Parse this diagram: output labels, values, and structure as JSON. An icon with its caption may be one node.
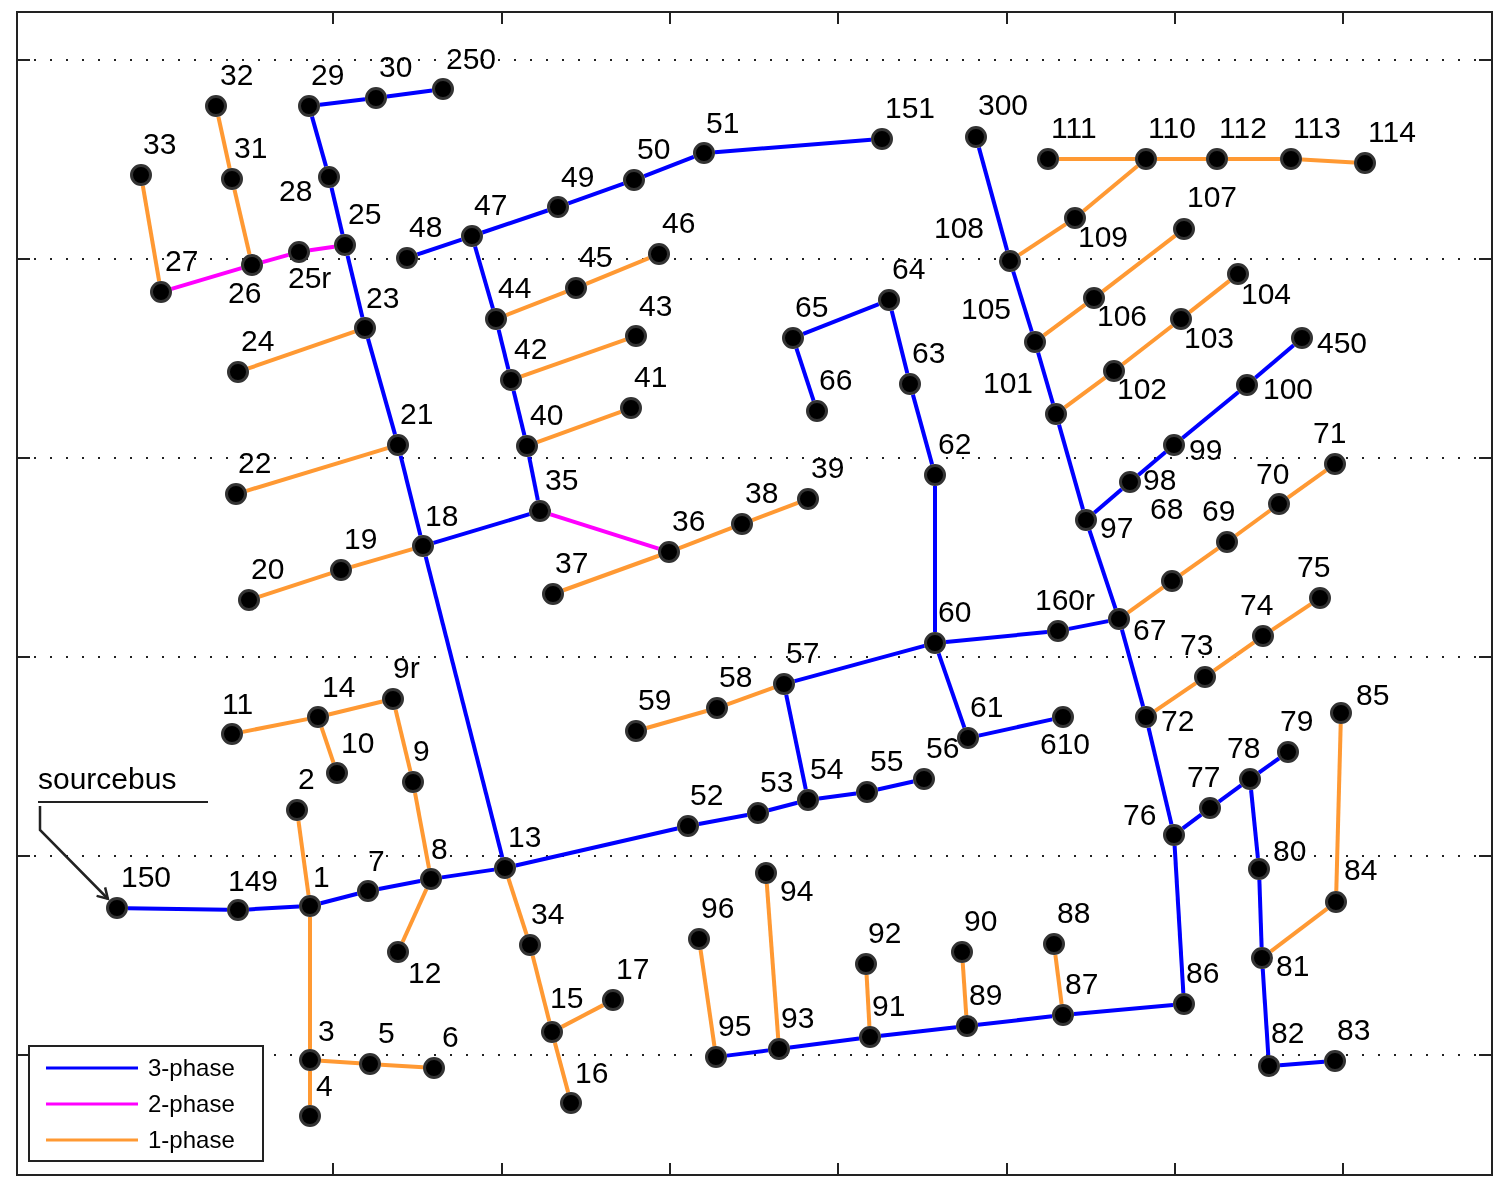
{
  "diagram": {
    "nodes": [
      {
        "text": [
          "sourcebus"
        ]
      },
      {
        "text": [],
        "shape": "circle",
        "beside": [
          "150"
        ]
      },
      {
        "text": [],
        "shape": "circle",
        "beside": [
          "149"
        ]
      },
      {
        "text": [],
        "shape": "circle",
        "beside": [
          "1"
        ]
      },
      {
        "text": [],
        "shape": "circle",
        "beside": [
          "7"
        ]
      },
      {
        "text": [],
        "shape": "circle",
        "beside": [
          "8"
        ]
      },
      {
        "text": [],
        "shape": "circle",
        "beside": [
          "13"
        ]
      },
      {
        "text": [],
        "shape": "circle",
        "beside": [
          "2"
        ]
      },
      {
        "text": [],
        "shape": "circle",
        "beside": [
          "3"
        ]
      },
      {
        "text": [],
        "shape": "circle",
        "beside": [
          "4"
        ]
      },
      {
        "text": [],
        "shape": "circle",
        "beside": [
          "5"
        ]
      },
      {
        "text": [],
        "shape": "circle",
        "beside": [
          "6"
        ]
      },
      {
        "text": [],
        "shape": "circle",
        "beside": [
          "12"
        ]
      },
      {
        "text": [],
        "shape": "circle",
        "beside": [
          "9"
        ]
      },
      {
        "text": [],
        "shape": "circle",
        "beside": [
          "9r"
        ]
      },
      {
        "text": [],
        "shape": "circle",
        "beside": [
          "14"
        ]
      },
      {
        "text": [],
        "shape": "circle",
        "beside": [
          "11"
        ]
      },
      {
        "text": [],
        "shape": "circle",
        "beside": [
          "10"
        ]
      },
      {
        "text": [],
        "shape": "circle",
        "beside": [
          "34"
        ]
      },
      {
        "text": [],
        "shape": "circle",
        "beside": [
          "15"
        ]
      },
      {
        "text": [],
        "shape": "circle",
        "beside": [
          "17"
        ]
      },
      {
        "text": [],
        "shape": "circle",
        "beside": [
          "16"
        ]
      },
      {
        "text": [],
        "shape": "circle",
        "beside": [
          "18"
        ]
      },
      {
        "text": [],
        "shape": "circle",
        "beside": [
          "19"
        ]
      },
      {
        "text": [],
        "shape": "circle",
        "beside": [
          "20"
        ]
      },
      {
        "text": [],
        "shape": "circle",
        "beside": [
          "21"
        ]
      },
      {
        "text": [],
        "shape": "circle",
        "beside": [
          "22"
        ]
      },
      {
        "text": [],
        "shape": "circle",
        "beside": [
          "23"
        ]
      },
      {
        "text": [],
        "shape": "circle",
        "beside": [
          "24"
        ]
      },
      {
        "text": [],
        "shape": "circle",
        "beside": [
          "25"
        ]
      },
      {
        "text": [],
        "shape": "circle",
        "beside": [
          "28"
        ]
      },
      {
        "text": [],
        "shape": "circle",
        "beside": [
          "29"
        ]
      },
      {
        "text": [],
        "shape": "circle",
        "beside": [
          "30"
        ]
      },
      {
        "text": [],
        "shape": "circle",
        "beside": [
          "250"
        ]
      },
      {
        "text": [],
        "shape": "circle",
        "beside": [
          "25r"
        ]
      },
      {
        "text": [],
        "shape": "circle",
        "beside": [
          "26"
        ]
      },
      {
        "text": [],
        "shape": "circle",
        "beside": [
          "27"
        ]
      },
      {
        "text": [],
        "shape": "circle",
        "beside": [
          "31"
        ]
      },
      {
        "text": [],
        "shape": "circle",
        "beside": [
          "32"
        ]
      },
      {
        "text": [],
        "shape": "circle",
        "beside": [
          "33"
        ]
      },
      {
        "text": [],
        "shape": "circle",
        "beside": [
          "35"
        ]
      },
      {
        "text": [],
        "shape": "circle",
        "beside": [
          "40"
        ]
      },
      {
        "text": [],
        "shape": "circle",
        "beside": [
          "41"
        ]
      },
      {
        "text": [],
        "shape": "circle",
        "beside": [
          "42"
        ]
      },
      {
        "text": [],
        "shape": "circle",
        "beside": [
          "43"
        ]
      },
      {
        "text": [],
        "shape": "circle",
        "beside": [
          "44"
        ]
      },
      {
        "text": [],
        "shape": "circle",
        "beside": [
          "45"
        ]
      },
      {
        "text": [],
        "shape": "circle",
        "beside": [
          "46"
        ]
      },
      {
        "text": [],
        "shape": "circle",
        "beside": [
          "47"
        ]
      },
      {
        "text": [],
        "shape": "circle",
        "beside": [
          "48"
        ]
      },
      {
        "text": [],
        "shape": "circle",
        "beside": [
          "49"
        ]
      },
      {
        "text": [],
        "shape": "circle",
        "beside": [
          "50"
        ]
      },
      {
        "text": [],
        "shape": "circle",
        "beside": [
          "51"
        ]
      },
      {
        "text": [],
        "shape": "circle",
        "beside": [
          "151"
        ]
      },
      {
        "text": [],
        "shape": "circle",
        "beside": [
          "36"
        ]
      },
      {
        "text": [],
        "shape": "circle",
        "beside": [
          "37"
        ]
      },
      {
        "text": [],
        "shape": "circle",
        "beside": [
          "38"
        ]
      },
      {
        "text": [],
        "shape": "circle",
        "beside": [
          "39"
        ]
      },
      {
        "text": [],
        "shape": "circle",
        "beside": [
          "52"
        ]
      },
      {
        "text": [],
        "shape": "circle",
        "beside": [
          "53"
        ]
      },
      {
        "text": [],
        "shape": "circle",
        "beside": [
          "54"
        ]
      },
      {
        "text": [],
        "shape": "circle",
        "beside": [
          "55"
        ]
      },
      {
        "text": [],
        "shape": "circle",
        "beside": [
          "56"
        ]
      },
      {
        "text": [],
        "shape": "circle",
        "beside": [
          "57"
        ]
      },
      {
        "text": [],
        "shape": "circle",
        "beside": [
          "58"
        ]
      },
      {
        "text": [],
        "shape": "circle",
        "beside": [
          "59"
        ]
      },
      {
        "text": [],
        "shape": "circle",
        "beside": [
          "60"
        ]
      },
      {
        "text": [],
        "shape": "circle",
        "beside": [
          "61"
        ]
      },
      {
        "text": [],
        "shape": "circle",
        "beside": [
          "610"
        ]
      },
      {
        "text": [],
        "shape": "circle",
        "beside": [
          "62"
        ]
      },
      {
        "text": [],
        "shape": "circle",
        "beside": [
          "63"
        ]
      },
      {
        "text": [],
        "shape": "circle",
        "beside": [
          "64"
        ]
      },
      {
        "text": [],
        "shape": "circle",
        "beside": [
          "65"
        ]
      },
      {
        "text": [],
        "shape": "circle",
        "beside": [
          "66"
        ]
      },
      {
        "text": [],
        "shape": "circle",
        "beside": [
          "160r"
        ]
      },
      {
        "text": [],
        "shape": "circle",
        "beside": [
          "67"
        ]
      },
      {
        "text": [],
        "shape": "circle"
      },
      {
        "text": [],
        "shape": "circle",
        "beside": [
          "69"
        ]
      },
      {
        "text": [],
        "shape": "circle",
        "beside": [
          "70"
        ]
      },
      {
        "text": [],
        "shape": "circle",
        "beside": [
          "71"
        ]
      },
      {
        "text": [],
        "shape": "circle",
        "beside": [
          "97"
        ]
      },
      {
        "text": [],
        "shape": "circle",
        "beside": [
          "98"
        ]
      },
      {
        "text": [],
        "shape": "circle",
        "beside": [
          "99"
        ]
      },
      {
        "text": [],
        "shape": "circle",
        "beside": [
          "100"
        ]
      },
      {
        "text": [],
        "shape": "circle",
        "beside": [
          "450"
        ]
      },
      {
        "text": [],
        "shape": "circle",
        "beside": [
          "101"
        ]
      },
      {
        "text": [],
        "shape": "circle",
        "beside": [
          "102"
        ]
      },
      {
        "text": [],
        "shape": "circle",
        "beside": [
          "103"
        ]
      },
      {
        "text": [],
        "shape": "circle",
        "beside": [
          "104"
        ]
      },
      {
        "text": [],
        "shape": "circle",
        "beside": [
          "105"
        ]
      },
      {
        "text": [],
        "shape": "circle",
        "beside": [
          "106"
        ]
      },
      {
        "text": [],
        "shape": "circle",
        "beside": [
          "107"
        ]
      },
      {
        "text": [],
        "shape": "circle",
        "beside": [
          "108"
        ]
      },
      {
        "text": [],
        "shape": "circle",
        "beside": [
          "109"
        ]
      },
      {
        "text": [],
        "shape": "circle",
        "beside": [
          "300"
        ]
      },
      {
        "text": [],
        "shape": "circle",
        "beside": [
          "111"
        ]
      },
      {
        "text": [],
        "shape": "circle",
        "beside": [
          "110"
        ]
      },
      {
        "text": [],
        "shape": "circle",
        "beside": [
          "112"
        ]
      },
      {
        "text": [],
        "shape": "circle",
        "beside": [
          "113"
        ]
      },
      {
        "text": [],
        "shape": "circle",
        "beside": [
          "114"
        ]
      },
      {
        "text": [],
        "shape": "circle",
        "beside": [
          "72"
        ]
      },
      {
        "text": [],
        "shape": "circle",
        "beside": [
          "73"
        ]
      },
      {
        "text": [],
        "shape": "circle",
        "beside": [
          "74"
        ]
      },
      {
        "text": [],
        "shape": "circle",
        "beside": [
          "75"
        ]
      },
      {
        "text": [],
        "shape": "circle",
        "beside": [
          "76"
        ]
      },
      {
        "text": [],
        "shape": "circle",
        "beside": [
          "77"
        ]
      },
      {
        "text": [],
        "shape": "circle",
        "beside": [
          "78"
        ]
      },
      {
        "text": [],
        "shape": "circle",
        "beside": [
          "79"
        ]
      },
      {
        "text": [],
        "shape": "circle",
        "beside": [
          "80"
        ]
      },
      {
        "text": [],
        "shape": "circle",
        "beside": [
          "81"
        ]
      },
      {
        "text": [],
        "shape": "circle",
        "beside": [
          "82"
        ]
      },
      {
        "text": [],
        "shape": "circle",
        "beside": [
          "83"
        ]
      },
      {
        "text": [],
        "shape": "circle",
        "beside": [
          "84"
        ]
      },
      {
        "text": [],
        "shape": "circle",
        "beside": [
          "85"
        ]
      },
      {
        "text": [],
        "shape": "circle",
        "beside": [
          "86"
        ]
      },
      {
        "text": [],
        "shape": "circle",
        "beside": [
          "87"
        ]
      },
      {
        "text": [],
        "shape": "circle",
        "beside": [
          "88"
        ]
      },
      {
        "text": [],
        "shape": "circle",
        "beside": [
          "89"
        ]
      },
      {
        "text": [],
        "shape": "circle",
        "beside": [
          "90"
        ]
      },
      {
        "text": [],
        "shape": "circle",
        "beside": [
          "91"
        ]
      },
      {
        "text": [],
        "shape": "circle",
        "beside": [
          "92"
        ]
      },
      {
        "text": [],
        "shape": "circle",
        "beside": [
          "93"
        ]
      },
      {
        "text": [],
        "shape": "circle",
        "beside": [
          "94"
        ]
      },
      {
        "text": [],
        "shape": "circle",
        "beside": [
          "95"
        ]
      },
      {
        "text": [],
        "shape": "circle",
        "beside": [
          "96"
        ]
      }
    ],
    "edges": [
      {
        "from": 0,
        "to": 1,
        "arrow": "to",
        "color": "#222222"
      },
      {
        "from": 1,
        "to": 2,
        "arrow": "none"
      },
      {
        "from": 2,
        "to": 3,
        "arrow": "none"
      },
      {
        "from": 3,
        "to": 4,
        "arrow": "none"
      },
      {
        "from": 4,
        "to": 5,
        "arrow": "none"
      },
      {
        "from": 5,
        "to": 6,
        "arrow": "none"
      },
      {
        "from": 6,
        "to": 22,
        "arrow": "none"
      },
      {
        "from": 22,
        "to": 25,
        "arrow": "none"
      },
      {
        "from": 25,
        "to": 27,
        "arrow": "none"
      },
      {
        "from": 27,
        "to": 29,
        "arrow": "none"
      },
      {
        "from": 29,
        "to": 30,
        "arrow": "none"
      },
      {
        "from": 30,
        "to": 31,
        "arrow": "none"
      },
      {
        "from": 31,
        "to": 32,
        "arrow": "none"
      },
      {
        "from": 32,
        "to": 33,
        "arrow": "none"
      },
      {
        "from": 22,
        "to": 40,
        "arrow": "none"
      },
      {
        "from": 40,
        "to": 41,
        "arrow": "none"
      },
      {
        "from": 41,
        "to": 43,
        "arrow": "none"
      },
      {
        "from": 43,
        "to": 45,
        "arrow": "none"
      },
      {
        "from": 45,
        "to": 48,
        "arrow": "none"
      },
      {
        "from": 48,
        "to": 49,
        "arrow": "none"
      },
      {
        "from": 48,
        "to": 50,
        "arrow": "none"
      },
      {
        "from": 50,
        "to": 51,
        "arrow": "none"
      },
      {
        "from": 51,
        "to": 52,
        "arrow": "none"
      },
      {
        "from": 52,
        "to": 53,
        "arrow": "none"
      },
      {
        "from": 6,
        "to": 58,
        "arrow": "none"
      },
      {
        "from": 58,
        "to": 59,
        "arrow": "none"
      },
      {
        "from": 59,
        "to": 60,
        "arrow": "none"
      },
      {
        "from": 60,
        "to": 61,
        "arrow": "none"
      },
      {
        "from": 61,
        "to": 62,
        "arrow": "none"
      },
      {
        "from": 60,
        "to": 63,
        "arrow": "none"
      },
      {
        "from": 63,
        "to": 66,
        "arrow": "none"
      },
      {
        "from": 66,
        "to": 67,
        "arrow": "none"
      },
      {
        "from": 67,
        "to": 68,
        "arrow": "none"
      },
      {
        "from": 66,
        "to": 69,
        "arrow": "none"
      },
      {
        "from": 69,
        "to": 70,
        "arrow": "none"
      },
      {
        "from": 70,
        "to": 71,
        "arrow": "none"
      },
      {
        "from": 71,
        "to": 72,
        "arrow": "none"
      },
      {
        "from": 72,
        "to": 73,
        "arrow": "none"
      },
      {
        "from": 66,
        "to": 74,
        "arrow": "none"
      },
      {
        "from": 74,
        "to": 75,
        "arrow": "none"
      },
      {
        "from": 75,
        "to": 80,
        "arrow": "none"
      },
      {
        "from": 80,
        "to": 85,
        "arrow": "none"
      },
      {
        "from": 85,
        "to": 89,
        "arrow": "none"
      },
      {
        "from": 89,
        "to": 92,
        "arrow": "none"
      },
      {
        "from": 92,
        "to": 94,
        "arrow": "none"
      },
      {
        "from": 80,
        "to": 81,
        "arrow": "none"
      },
      {
        "from": 81,
        "to": 82,
        "arrow": "none"
      },
      {
        "from": 82,
        "to": 83,
        "arrow": "none"
      },
      {
        "from": 83,
        "to": 84,
        "arrow": "none"
      },
      {
        "from": 75,
        "to": 100,
        "arrow": "none"
      },
      {
        "from": 100,
        "to": 104,
        "arrow": "none"
      },
      {
        "from": 104,
        "to": 105,
        "arrow": "none"
      },
      {
        "from": 105,
        "to": 106,
        "arrow": "none"
      },
      {
        "from": 106,
        "to": 107,
        "arrow": "none"
      },
      {
        "from": 106,
        "to": 108,
        "arrow": "none"
      },
      {
        "from": 108,
        "to": 109,
        "arrow": "none"
      },
      {
        "from": 109,
        "to": 110,
        "arrow": "none"
      },
      {
        "from": 110,
        "to": 111,
        "arrow": "none"
      },
      {
        "from": 104,
        "to": 114,
        "arrow": "none"
      },
      {
        "from": 114,
        "to": 115,
        "arrow": "none"
      },
      {
        "from": 115,
        "to": 117,
        "arrow": "none"
      },
      {
        "from": 117,
        "to": 119,
        "arrow": "none"
      },
      {
        "from": 119,
        "to": 121,
        "arrow": "none"
      },
      {
        "from": 121,
        "to": 123,
        "arrow": "none"
      },
      {
        "from": 29,
        "to": 34,
        "arrow": "none",
        "color": "#ff00ff"
      },
      {
        "from": 34,
        "to": 35,
        "arrow": "none",
        "color": "#ff00ff"
      },
      {
        "from": 35,
        "to": 36,
        "arrow": "none",
        "color": "#ff00ff"
      },
      {
        "from": 40,
        "to": 54,
        "arrow": "none",
        "color": "#ff00ff"
      },
      {
        "from": 3,
        "to": 7,
        "arrow": "none",
        "color": "#ff9933"
      },
      {
        "from": 3,
        "to": 8,
        "arrow": "none",
        "color": "#ff9933"
      },
      {
        "from": 8,
        "to": 9,
        "arrow": "none",
        "color": "#ff9933"
      },
      {
        "from": 8,
        "to": 10,
        "arrow": "none",
        "color": "#ff9933"
      },
      {
        "from": 10,
        "to": 11,
        "arrow": "none",
        "color": "#ff9933"
      },
      {
        "from": 5,
        "to": 12,
        "arrow": "none",
        "color": "#ff9933"
      },
      {
        "from": 5,
        "to": 13,
        "arrow": "none",
        "color": "#ff9933"
      },
      {
        "from": 13,
        "to": 14,
        "arrow": "none",
        "color": "#ff9933"
      },
      {
        "from": 14,
        "to": 15,
        "arrow": "none",
        "color": "#ff9933"
      },
      {
        "from": 15,
        "to": 16,
        "arrow": "none",
        "color": "#ff9933"
      },
      {
        "from": 15,
        "to": 17,
        "arrow": "none",
        "color": "#ff9933"
      },
      {
        "from": 6,
        "to": 18,
        "arrow": "none",
        "color": "#ff9933"
      },
      {
        "from": 18,
        "to": 19,
        "arrow": "none",
        "color": "#ff9933"
      },
      {
        "from": 19,
        "to": 20,
        "arrow": "none",
        "color": "#ff9933"
      },
      {
        "from": 19,
        "to": 21,
        "arrow": "none",
        "color": "#ff9933"
      },
      {
        "from": 22,
        "to": 23,
        "arrow": "none",
        "color": "#ff9933"
      },
      {
        "from": 23,
        "to": 24,
        "arrow": "none",
        "color": "#ff9933"
      },
      {
        "from": 25,
        "to": 26,
        "arrow": "none",
        "color": "#ff9933"
      },
      {
        "from": 27,
        "to": 28,
        "arrow": "none",
        "color": "#ff9933"
      },
      {
        "from": 35,
        "to": 37,
        "arrow": "none",
        "color": "#ff9933"
      },
      {
        "from": 37,
        "to": 38,
        "arrow": "none",
        "color": "#ff9933"
      },
      {
        "from": 36,
        "to": 39,
        "arrow": "none",
        "color": "#ff9933"
      },
      {
        "from": 54,
        "to": 55,
        "arrow": "none",
        "color": "#ff9933"
      },
      {
        "from": 54,
        "to": 56,
        "arrow": "none",
        "color": "#ff9933"
      },
      {
        "from": 56,
        "to": 57,
        "arrow": "none",
        "color": "#ff9933"
      },
      {
        "from": 41,
        "to": 42,
        "arrow": "none",
        "color": "#ff9933"
      },
      {
        "from": 43,
        "to": 44,
        "arrow": "none",
        "color": "#ff9933"
      },
      {
        "from": 45,
        "to": 46,
        "arrow": "none",
        "color": "#ff9933"
      },
      {
        "from": 46,
        "to": 47,
        "arrow": "none",
        "color": "#ff9933"
      },
      {
        "from": 63,
        "to": 64,
        "arrow": "none",
        "color": "#ff9933"
      },
      {
        "from": 64,
        "to": 65,
        "arrow": "none",
        "color": "#ff9933"
      },
      {
        "from": 75,
        "to": 76,
        "arrow": "none",
        "color": "#ff9933"
      },
      {
        "from": 76,
        "to": 77,
        "arrow": "none",
        "color": "#ff9933"
      },
      {
        "from": 77,
        "to": 78,
        "arrow": "none",
        "color": "#ff9933"
      },
      {
        "from": 78,
        "to": 79,
        "arrow": "none",
        "color": "#ff9933"
      },
      {
        "from": 100,
        "to": 101,
        "arrow": "none",
        "color": "#ff9933"
      },
      {
        "from": 101,
        "to": 102,
        "arrow": "none",
        "color": "#ff9933"
      },
      {
        "from": 102,
        "to": 103,
        "arrow": "none",
        "color": "#ff9933"
      },
      {
        "from": 85,
        "to": 86,
        "arrow": "none",
        "color": "#ff9933"
      },
      {
        "from": 86,
        "to": 87,
        "arrow": "none",
        "color": "#ff9933"
      },
      {
        "from": 87,
        "to": 88,
        "arrow": "none",
        "color": "#ff9933"
      },
      {
        "from": 89,
        "to": 90,
        "arrow": "none",
        "color": "#ff9933"
      },
      {
        "from": 90,
        "to": 91,
        "arrow": "none",
        "color": "#ff9933"
      },
      {
        "from": 92,
        "to": 93,
        "arrow": "none",
        "color": "#ff9933"
      },
      {
        "from": 93,
        "to": 96,
        "arrow": "none",
        "color": "#ff9933"
      },
      {
        "from": 96,
        "to": 95,
        "arrow": "none",
        "color": "#ff9933"
      },
      {
        "from": 96,
        "to": 97,
        "arrow": "none",
        "color": "#ff9933"
      },
      {
        "from": 97,
        "to": 98,
        "arrow": "none",
        "color": "#ff9933"
      },
      {
        "from": 98,
        "to": 99,
        "arrow": "none",
        "color": "#ff9933"
      },
      {
        "from": 109,
        "to": 112,
        "arrow": "none",
        "color": "#ff9933"
      },
      {
        "from": 112,
        "to": 113,
        "arrow": "none",
        "color": "#ff9933"
      },
      {
        "from": 115,
        "to": 116,
        "arrow": "none",
        "color": "#ff9933"
      },
      {
        "from": 117,
        "to": 118,
        "arrow": "none",
        "color": "#ff9933"
      },
      {
        "from": 119,
        "to": 120,
        "arrow": "none",
        "color": "#ff9933"
      },
      {
        "from": 121,
        "to": 122,
        "arrow": "none",
        "color": "#ff9933"
      },
      {
        "from": 123,
        "to": 124,
        "arrow": "none",
        "color": "#ff9933"
      }
    ],
    "labels": [
      "68"
    ],
    "legend": [
      {
        "text": "3-phase"
      },
      {
        "text": "2-phase"
      },
      {
        "text": "1-phase"
      }
    ]
  }
}
